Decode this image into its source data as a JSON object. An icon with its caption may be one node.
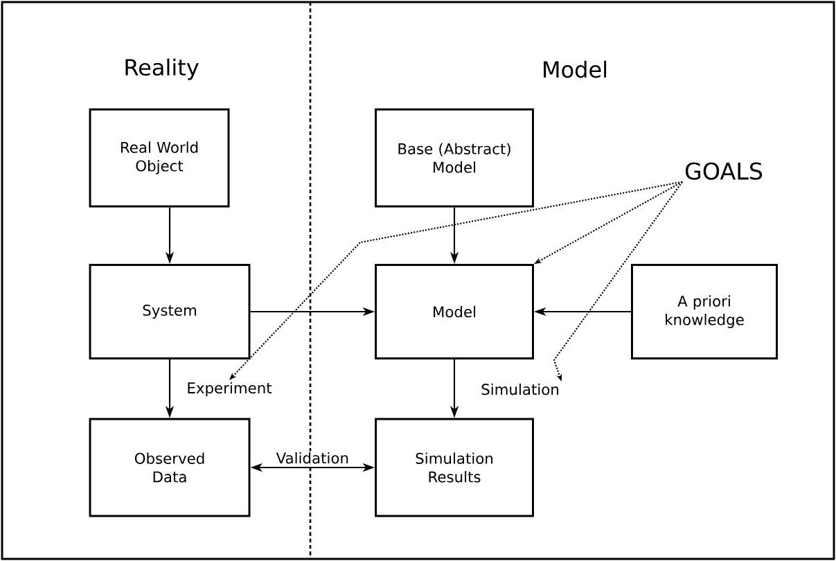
{
  "diagram": {
    "nodes": [
      {
        "text": [
          "Real World Object"
        ]
      },
      {
        "text": [
          "System"
        ]
      },
      {
        "text": [
          "Observed Data"
        ]
      },
      {
        "text": [
          "Base (Abstract) Model"
        ]
      },
      {
        "text": [
          "Model"
        ]
      },
      {
        "text": [
          "A priori knowledge"
        ]
      },
      {
        "text": [
          "Simulation Results"
        ]
      },
      {
        "text": [
          "GOALS"
        ]
      },
      {
        "text": [
          "Experiment"
        ]
      },
      {
        "text": [
          "Simulation"
        ]
      }
    ],
    "edges": [
      {
        "from": 0,
        "to": 1,
        "arrow": "to"
      },
      {
        "from": 1,
        "to": 2,
        "arrow": "to"
      },
      {
        "from": 3,
        "to": 4,
        "arrow": "to"
      },
      {
        "from": 1,
        "to": 4,
        "arrow": "to"
      },
      {
        "from": 5,
        "to": 4,
        "arrow": "to"
      },
      {
        "from": 4,
        "to": 6,
        "arrow": "to"
      },
      {
        "from": 2,
        "to": 6,
        "arrow": "both",
        "label": "Validation"
      },
      {
        "from": 7,
        "to": 4,
        "arrow": "to",
        "style": "dashed"
      },
      {
        "from": 7,
        "to": 8,
        "arrow": "to",
        "style": "dashed"
      },
      {
        "from": 7,
        "to": 9,
        "arrow": "to",
        "style": "dashed"
      }
    ],
    "labels": [
      "Reality",
      "Model"
    ]
  }
}
